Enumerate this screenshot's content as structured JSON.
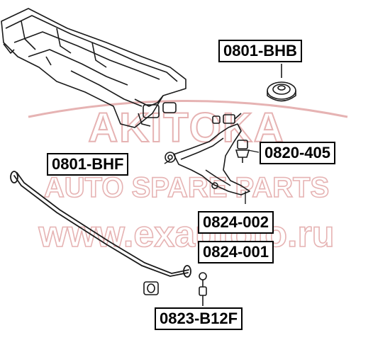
{
  "watermark": {
    "brand": "AKITOKA",
    "tagline": "AUTO SPARE PARTS",
    "url": "www.exautoto.ru",
    "color": "#e6b3b3"
  },
  "part_numbers": {
    "bhb": "0801-BHB",
    "bhf": "0801-BHF",
    "ball_joint": "0820-405",
    "arm_left": "0824-002",
    "arm_right": "0824-001",
    "link": "0823-B12F"
  },
  "colors": {
    "line": "#1a1a1a",
    "label_border": "#000000",
    "label_bg": "#ffffff"
  }
}
